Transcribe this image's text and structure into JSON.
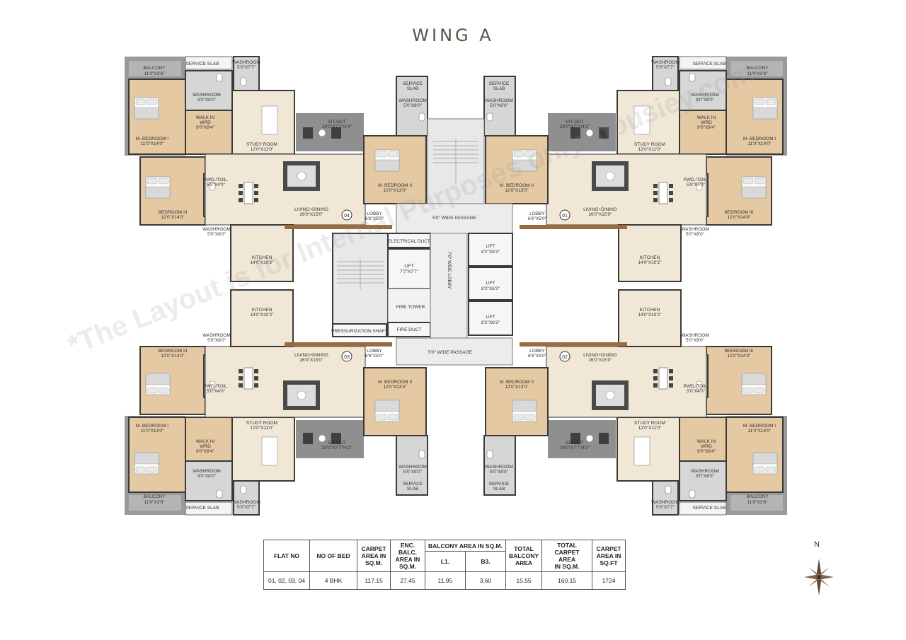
{
  "title": "WING A",
  "colors": {
    "wall": "#3a3a3a",
    "floor": "#efe3cf",
    "bedroom_floor": "#e4c9a3",
    "bath": "#d6d6d6",
    "core": "#e6e6e6",
    "balcony": "#8f8f8f",
    "accent": "#9a6b3c"
  },
  "core": {
    "passage_top": "5'0\" WIDE PASSAGE",
    "passage_bottom": "5'0\" WIDE PASSAGE",
    "lobby": "7'0\" WIDE LOBBY",
    "electrical_duct": "ELECTRICAL DUCT",
    "lift_left": "LIFT",
    "lift_left_size": "7'7\"X7'7\"",
    "lift": "LIFT",
    "lift_size": "8'2\"X6'3\"",
    "fire_tower": "FIRE TOWER",
    "fire_duct": "FIRE DUCT",
    "pressurization_shaft": "PRESSURIZATION SHAFT"
  },
  "flats": {
    "f01": {
      "number": "01",
      "living": "LIVING+DINING",
      "living_size": "26'0\"X15'0\"",
      "lobby": "LOBBY",
      "lobby_size": "6'6\"X5'0\""
    },
    "f02": {
      "number": "02",
      "living": "LIVING+DINING",
      "living_size": "26'0\"X15'0\"",
      "lobby": "LOBBY",
      "lobby_size": "6'6\"X5'0\""
    },
    "f03": {
      "number": "03",
      "living": "LIVING+DINING",
      "living_size": "26'0\"X15'0\"",
      "lobby": "LOBBY",
      "lobby_size": "6'6\"X5'0\""
    },
    "f04": {
      "number": "04",
      "living": "LIVING+DINING",
      "living_size": "26'0\"X15'0\"",
      "lobby": "LOBBY",
      "lobby_size": "6'6\"X5'0\""
    }
  },
  "rooms": {
    "balcony": "BALCONY",
    "balcony_size": "11'0\"X3'6\"",
    "service_slab": "SERVICE SLAB",
    "washroom": "WASHROOM",
    "washroom_size_a": "5'0\"X7'7\"",
    "washroom_size_b": "9'0\"X8'0\"",
    "washroom_size_c": "5'0\"X8'0\"",
    "m_bedroom_1": "M. BEDROOM I",
    "m_bedroom_1_size": "11'0\"X14'0\"",
    "walk_in": "WALK IN",
    "wrd": "WRD",
    "walk_in_size": "9'0\"X8'4\"",
    "study": "STUDY ROOM",
    "study_size": "12'0\"X11'0\"",
    "sit_out": "SIT-OUT",
    "sit_out_size": "20'0\"X7'7\"/4'2\"",
    "m_bedroom_2": "M. BEDROOM II",
    "m_bedroom_2_size": "12'0\"X13'0\"",
    "bedroom_3": "BEDROOM III",
    "bedroom_3_size": "12'0\"X14'0\"",
    "pwd": "PWD./TOIL.",
    "pwd_size": "5'0\"X4'0\"",
    "kitchen": "KITCHEN",
    "kitchen_size": "14'0\"X10'2\"",
    "service_slab_short": "SERVICE",
    "slab": "SLAB"
  },
  "area_table": {
    "headers": {
      "flat_no": "FLAT NO",
      "no_of_bed": "NO OF BED",
      "carpet": [
        "CARPET",
        "AREA IN",
        "SQ.M."
      ],
      "enc_balc": [
        "ENC. BALC.",
        "AREA IN",
        "SQ.M."
      ],
      "balcony_area": "BALCONY AREA IN SQ.M.",
      "l1": "L1.",
      "b3": "B3.",
      "total_balcony": [
        "TOTAL",
        "BALCONY",
        "AREA"
      ],
      "total_carpet": [
        "TOTAL CARPET",
        "AREA",
        "IN SQ.M."
      ],
      "carpet_sqft": [
        "CARPET",
        "AREA IN",
        "SQ.FT"
      ]
    },
    "row": {
      "flat_no": "01, 02, 03, 04",
      "no_of_bed": "4 BHK",
      "carpet": "117.15",
      "enc_balc": "27.45",
      "l1": "11.95",
      "b3": "3.60",
      "total_balcony": "15.55",
      "total_carpet": "160.15",
      "carpet_sqft": "1724"
    }
  },
  "compass": {
    "north": "N"
  },
  "watermark": "*The Layout is for Internal Purposes only. housiey.com"
}
